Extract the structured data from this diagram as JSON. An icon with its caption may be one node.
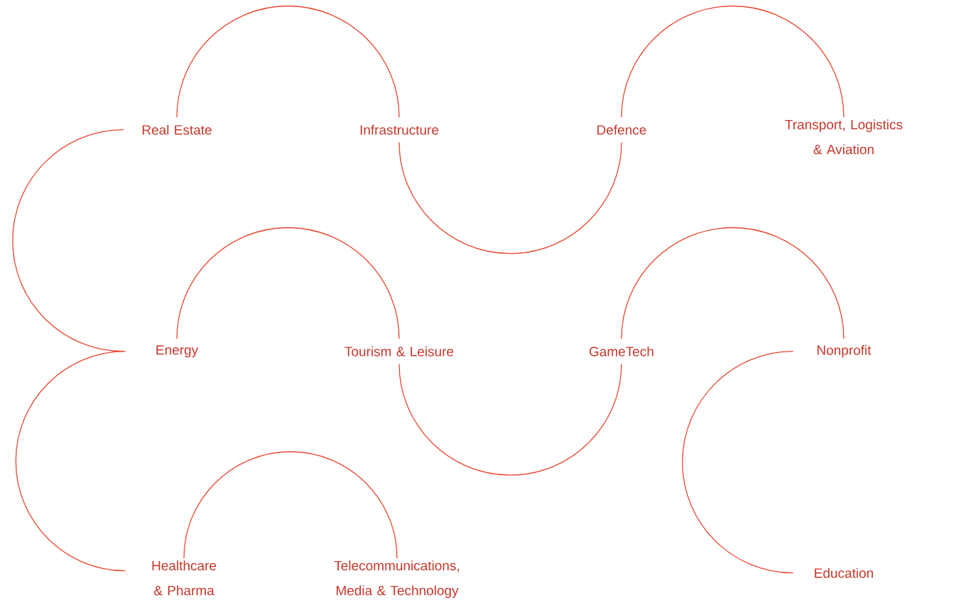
{
  "diagram": {
    "nodes": [
      {
        "text": [
          "Real Estate"
        ]
      },
      {
        "text": [
          "Infrastructure"
        ]
      },
      {
        "text": [
          "Defence"
        ]
      },
      {
        "text": [
          "Transport, Logistics & Aviation"
        ]
      },
      {
        "text": [
          "Energy"
        ]
      },
      {
        "text": [
          "Tourism & Leisure"
        ]
      },
      {
        "text": [
          "GameTech"
        ]
      },
      {
        "text": [
          "Nonprofit"
        ]
      },
      {
        "text": [
          "Healthcare & Pharma"
        ]
      },
      {
        "text": [
          "Telecommunications, Media & Technology"
        ]
      },
      {
        "text": [
          "Education"
        ]
      }
    ],
    "edges": [
      {
        "from": 0,
        "to": 1,
        "arrow": "none"
      },
      {
        "from": 1,
        "to": 2,
        "arrow": "none"
      },
      {
        "from": 2,
        "to": 3,
        "arrow": "none"
      },
      {
        "from": 0,
        "to": 4,
        "arrow": "none"
      },
      {
        "from": 4,
        "to": 5,
        "arrow": "none"
      },
      {
        "from": 5,
        "to": 6,
        "arrow": "none"
      },
      {
        "from": 6,
        "to": 7,
        "arrow": "none"
      },
      {
        "from": 4,
        "to": 8,
        "arrow": "none"
      },
      {
        "from": 8,
        "to": 9,
        "arrow": "none"
      },
      {
        "from": 7,
        "to": 10,
        "arrow": "none"
      }
    ]
  }
}
